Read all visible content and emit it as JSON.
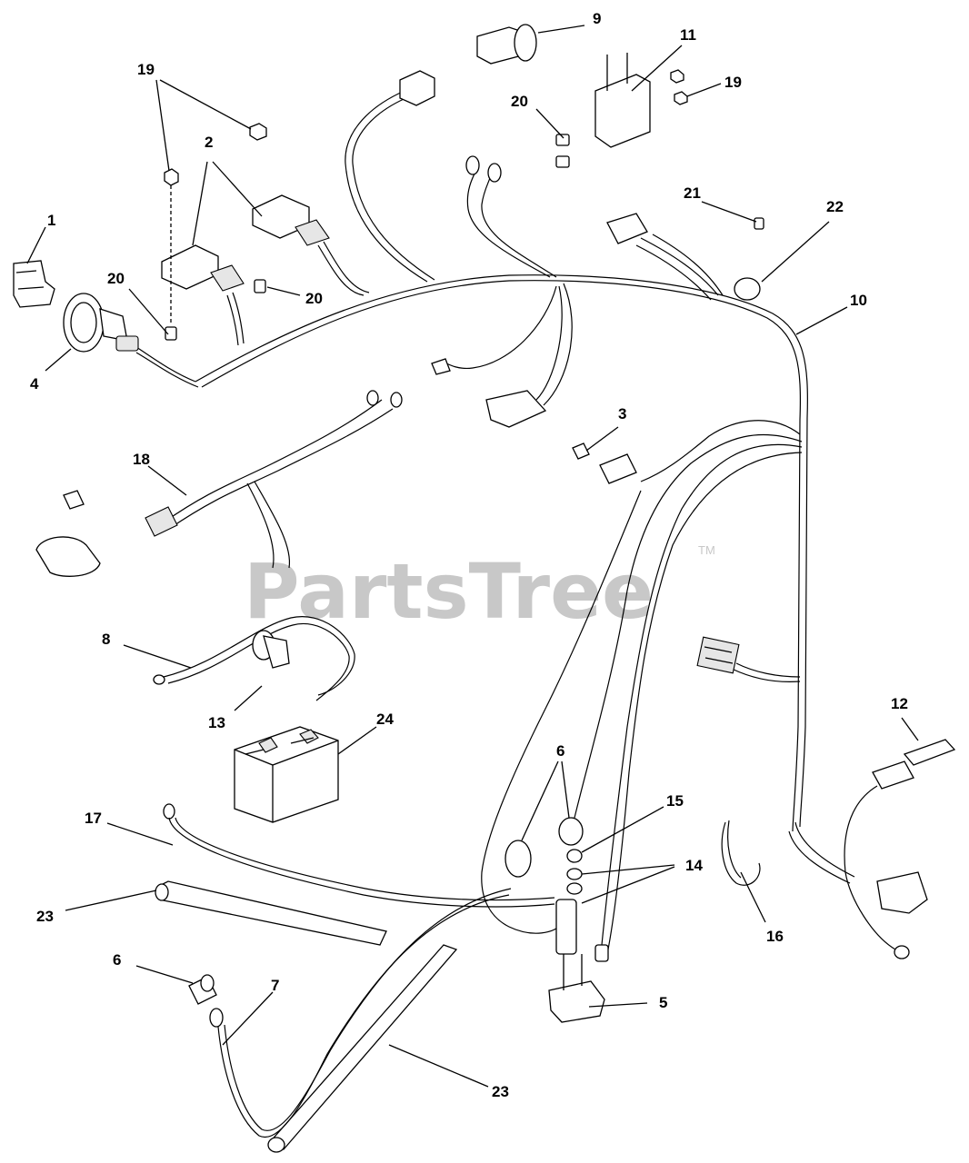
{
  "watermark": {
    "text": "PartsTree",
    "trademark": "TM"
  },
  "callouts": [
    {
      "id": "c1",
      "text": "1"
    },
    {
      "id": "c2",
      "text": "2"
    },
    {
      "id": "c19a",
      "text": "19"
    },
    {
      "id": "c20a",
      "text": "20"
    },
    {
      "id": "c20b",
      "text": "20"
    },
    {
      "id": "c4",
      "text": "4"
    },
    {
      "id": "c9",
      "text": "9"
    },
    {
      "id": "c11",
      "text": "11"
    },
    {
      "id": "c19b",
      "text": "19"
    },
    {
      "id": "c20c",
      "text": "20"
    },
    {
      "id": "c21",
      "text": "21"
    },
    {
      "id": "c22",
      "text": "22"
    },
    {
      "id": "c10",
      "text": "10"
    },
    {
      "id": "c3",
      "text": "3"
    },
    {
      "id": "c18",
      "text": "18"
    },
    {
      "id": "c8",
      "text": "8"
    },
    {
      "id": "c13",
      "text": "13"
    },
    {
      "id": "c24",
      "text": "24"
    },
    {
      "id": "c12",
      "text": "12"
    },
    {
      "id": "c6a",
      "text": "6"
    },
    {
      "id": "c15",
      "text": "15"
    },
    {
      "id": "c14",
      "text": "14"
    },
    {
      "id": "c17",
      "text": "17"
    },
    {
      "id": "c23a",
      "text": "23"
    },
    {
      "id": "c16",
      "text": "16"
    },
    {
      "id": "c6b",
      "text": "6"
    },
    {
      "id": "c7",
      "text": "7"
    },
    {
      "id": "c5",
      "text": "5"
    },
    {
      "id": "c23b",
      "text": "23"
    }
  ]
}
